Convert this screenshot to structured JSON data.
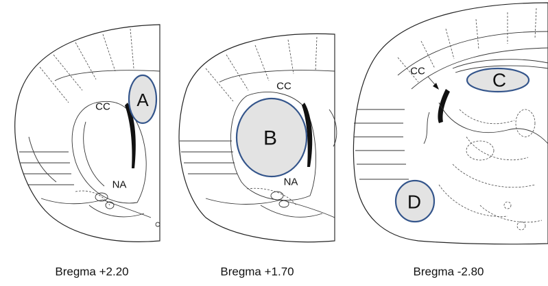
{
  "panels": [
    {
      "caption": "Bregma +2.20",
      "structure_labels": [
        "CC",
        "NA"
      ],
      "roi": {
        "label": "A",
        "fill": "#e3e3e3",
        "stroke": "#34558b"
      }
    },
    {
      "caption": "Bregma +1.70",
      "structure_labels": [
        "CC",
        "NA"
      ],
      "roi": {
        "label": "B",
        "fill": "#e3e3e3",
        "stroke": "#34558b"
      }
    },
    {
      "caption": "Bregma -2.80",
      "structure_labels": [
        "CC"
      ],
      "rois": [
        {
          "label": "C",
          "fill": "#e3e3e3",
          "stroke": "#34558b"
        },
        {
          "label": "D",
          "fill": "#e3e3e3",
          "stroke": "#34558b"
        }
      ]
    }
  ]
}
